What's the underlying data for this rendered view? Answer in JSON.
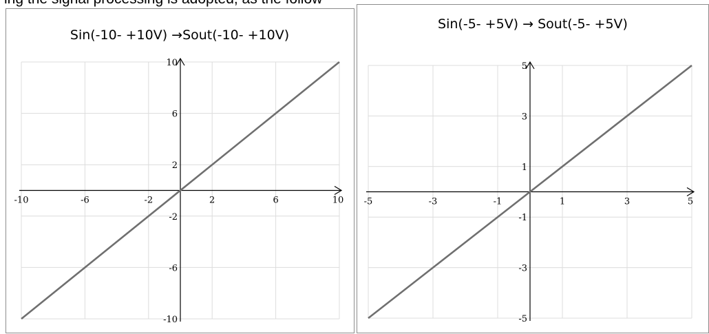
{
  "header_fragment": "ing the signal processing is adopted, as the follow",
  "chart_data": [
    {
      "type": "line",
      "title": "Sin(-10- +10V) →Sout(-10- +10V)",
      "xlim": [
        -10,
        10
      ],
      "ylim": [
        -10,
        10
      ],
      "x_ticks": [
        -10,
        -6,
        -2,
        2,
        6,
        10
      ],
      "y_ticks": [
        10,
        6,
        2,
        -2,
        -6,
        -10
      ],
      "grid": true,
      "series": [
        {
          "x": [
            -10,
            10
          ],
          "y": [
            -10,
            10
          ]
        }
      ]
    },
    {
      "type": "line",
      "title": "Sin(-5- +5V)  → Sout(-5- +5V)",
      "xlim": [
        -5,
        5
      ],
      "ylim": [
        -5,
        5
      ],
      "x_ticks": [
        -5,
        -3,
        -1,
        1,
        3,
        5
      ],
      "y_ticks": [
        5,
        3,
        1,
        -1,
        -3,
        -5
      ],
      "grid": true,
      "series": [
        {
          "x": [
            -5,
            5
          ],
          "y": [
            -5,
            5
          ]
        }
      ]
    }
  ]
}
